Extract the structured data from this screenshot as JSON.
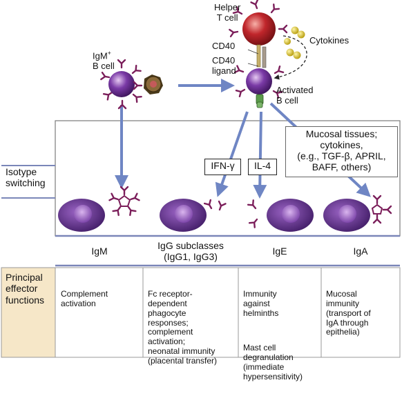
{
  "diagram": {
    "cells": {
      "helper_t": "Helper\nT cell",
      "igm_b": "IgM",
      "igm_b_sup": "+",
      "igm_b_line2": "B cell",
      "activated_b": "Activated\nB cell"
    },
    "molecules": {
      "cd40": "CD40",
      "cd40_ligand": "CD40\nligand",
      "cytokines": "Cytokines"
    },
    "signals": {
      "ifn_gamma": "IFN-γ",
      "il4": "IL-4",
      "mucosal": "Mucosal tissues;\ncytokines,\n(e.g., TGF-β, APRIL,\nBAFF, others)"
    },
    "side_label": "Isotype\nswitching",
    "isotypes": [
      {
        "name": "IgM",
        "function": [
          "Complement\nactivation"
        ]
      },
      {
        "name": "IgG subclasses\n(IgG1, IgG3)",
        "function": [
          "Fc receptor-\ndependent\nphagocyte\nresponses;\ncomplement\nactivation;\nneonatal immunity\n(placental transfer)"
        ]
      },
      {
        "name": "IgE",
        "function": [
          "Immunity\nagainst\nhelminths",
          "Mast cell\ndegranulation\n(immediate\nhypersensitivity)"
        ]
      },
      {
        "name": "IgA",
        "function": [
          "Mucosal\nimmunity\n(transport of\nIgA through\nepithelia)"
        ]
      }
    ],
    "effector_label": "Principal\neffector\nfunctions",
    "colors": {
      "t_cell": "#c0262b",
      "b_cell": "#7a3aa6",
      "plasma": "#5b2a86",
      "antibody": "#7b1e5a",
      "arrow": "#6f86c4",
      "cytokine": "#d8c21d",
      "effector_bg": "#f6e7c8"
    }
  }
}
